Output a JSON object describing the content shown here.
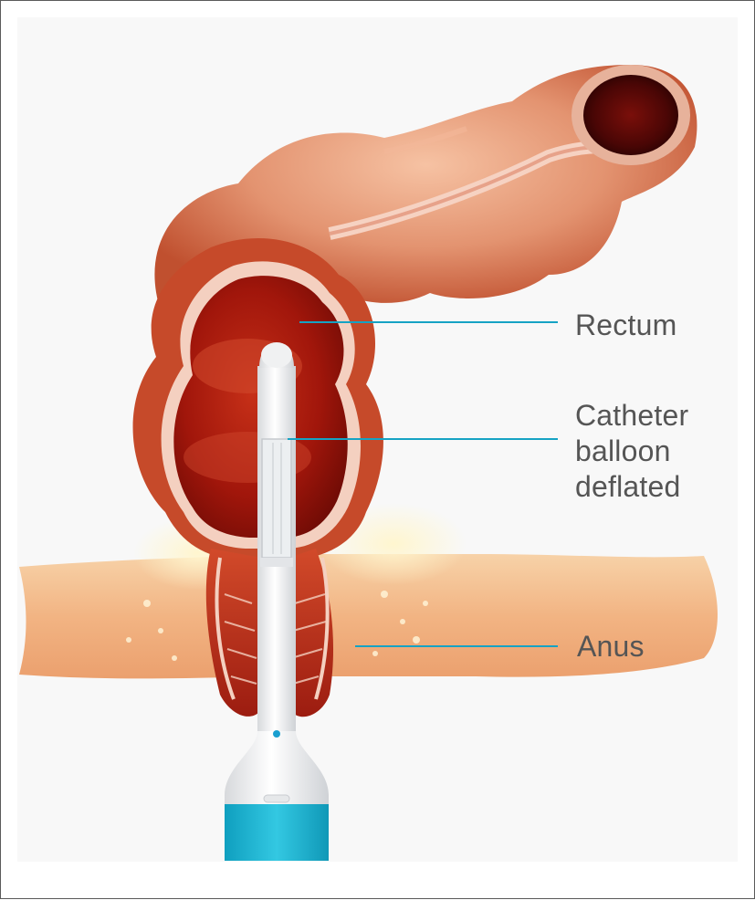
{
  "labels": {
    "rectum": "Rectum",
    "catheter_line1": "Catheter",
    "catheter_line2": "balloon",
    "catheter_line3": "deflated",
    "anus": "Anus"
  },
  "colors": {
    "leader_line": "#16a3c4",
    "label_text": "#555555",
    "device_cap": "#1cb4d2",
    "tissue_dark": "#9e1a0d",
    "tissue_mid": "#c94a2c",
    "tissue_light": "#e9a88a"
  },
  "icons": {
    "anatomy": "colon-rectum-illustration",
    "device": "rectal-catheter-device"
  }
}
